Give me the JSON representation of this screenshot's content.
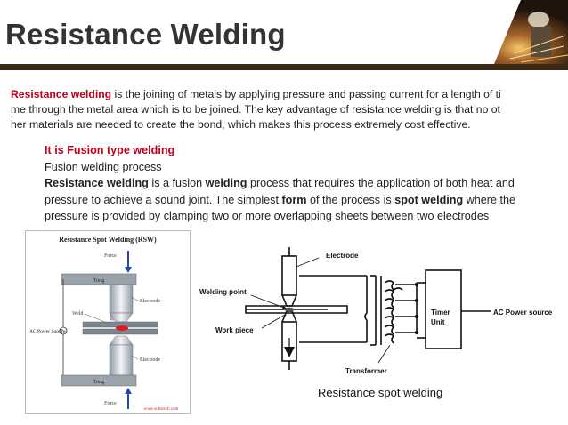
{
  "header": {
    "title": "Resistance Welding"
  },
  "intro": {
    "term": "Resistance welding",
    "line1_rest": " is the joining of metals by applying pressure and passing current for a length of ti",
    "line2": "me through the metal area which is to be joined. The key advantage of resistance welding is that no ot",
    "line3": "her materials are needed to create the bond, which makes this process extremely cost effective."
  },
  "bullets": {
    "heading": "It is Fusion type welding",
    "item1": "Fusion welding process",
    "item2_a": "Resistance welding",
    "item2_b": " is a fusion ",
    "item2_c": "welding",
    "item2_d": " process that requires the application of both heat and",
    "item3_a": "pressure to achieve a sound joint. The simplest ",
    "item3_b": "form",
    "item3_c": " of the process is ",
    "item3_d": "spot welding",
    "item3_e": " where the",
    "item4": "pressure is provided by clamping two or more overlapping sheets between two electrodes"
  },
  "figure_left": {
    "title": "Resistance Spot Welding (RSW)",
    "force_top": "Force",
    "tong_top": "Tong",
    "electrode_top": "Electrode",
    "weld": "Weld",
    "ac_power_supply": "AC Power Supply",
    "electrode_bottom": "Electrode",
    "tong_bottom": "Tong",
    "force_bottom": "Force",
    "credit": "www.substech.com"
  },
  "figure_right": {
    "electrode": "Electrode",
    "welding_point": "Welding point",
    "work_piece": "Work piece",
    "timer_unit_1": "Timer",
    "timer_unit_2": "Unit",
    "ac_power_source": "AC Power source",
    "transformer": "Transformer",
    "caption": "Resistance spot welding"
  },
  "colors": {
    "accent_red": "#c0001f",
    "title_underline": "#3a2a14"
  }
}
